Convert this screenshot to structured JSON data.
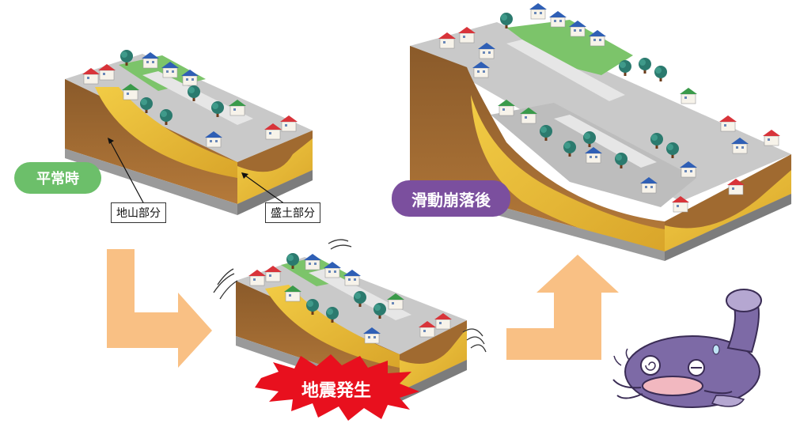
{
  "stages": {
    "normal": {
      "label": "平常時",
      "color": "#6cbf6a"
    },
    "earthquake": {
      "label": "地震発生",
      "color": "#e8101e"
    },
    "after": {
      "label": "滑動崩落後",
      "color": "#7b4f9e"
    }
  },
  "callouts": {
    "jiyama": "地山部分",
    "morido": "盛土部分"
  },
  "colors": {
    "arrow": "#f9c084",
    "soil_dark": "#7a4a20",
    "soil_light": "#c9893c",
    "fill": "#e8b932",
    "ground": "#9a9a9a",
    "catfish": "#7d6aa6"
  },
  "icons": [
    "house-icon",
    "tree-icon",
    "catfish-mascot",
    "shake-lines-icon"
  ]
}
